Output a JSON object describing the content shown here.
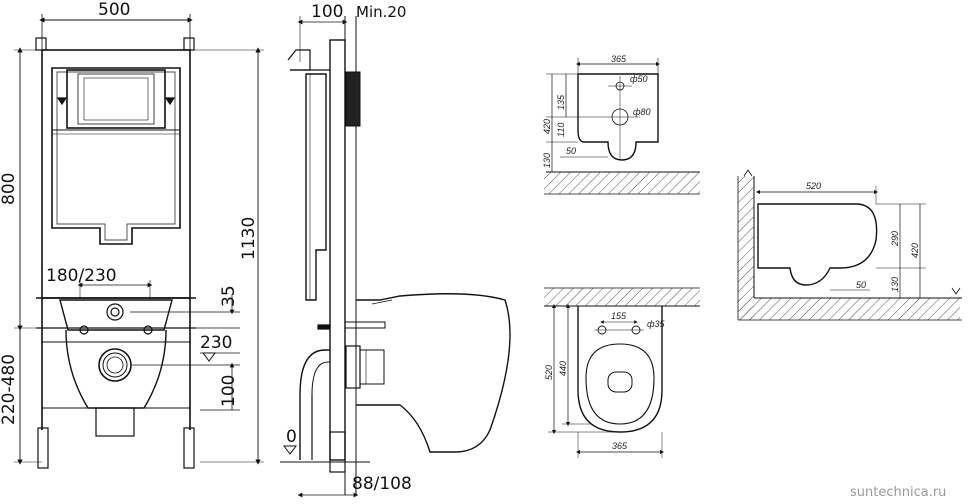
{
  "front_view": {
    "width_label": "500",
    "height_800_label": "800",
    "height_1130_label": "1130",
    "spacing_label": "180/230",
    "offset_35_label": "35",
    "height_230_label": "230",
    "offset_100_label": "100",
    "range_label": "220-480"
  },
  "side_view": {
    "depth_100_label": "100",
    "min20_label": "Min.20",
    "zero_label": "0",
    "depth_88_label": "88/108"
  },
  "bowl_front": {
    "width_365_label": "365",
    "phi50_label": "ф50",
    "phi80_label": "ф80",
    "h135_label": "135",
    "h110_label": "110",
    "h420_label": "420",
    "h130_label": "130",
    "h50_label": "50"
  },
  "bowl_side": {
    "len520_label": "520",
    "h290_label": "290",
    "h420_label": "420",
    "h130_label": "130",
    "h50_label": "50"
  },
  "bowl_top": {
    "spacing155_label": "155",
    "phi35_label": "ф35",
    "len520_label": "520",
    "len440_label": "440",
    "width365_label": "365"
  },
  "watermark": "suntechnica.ru"
}
